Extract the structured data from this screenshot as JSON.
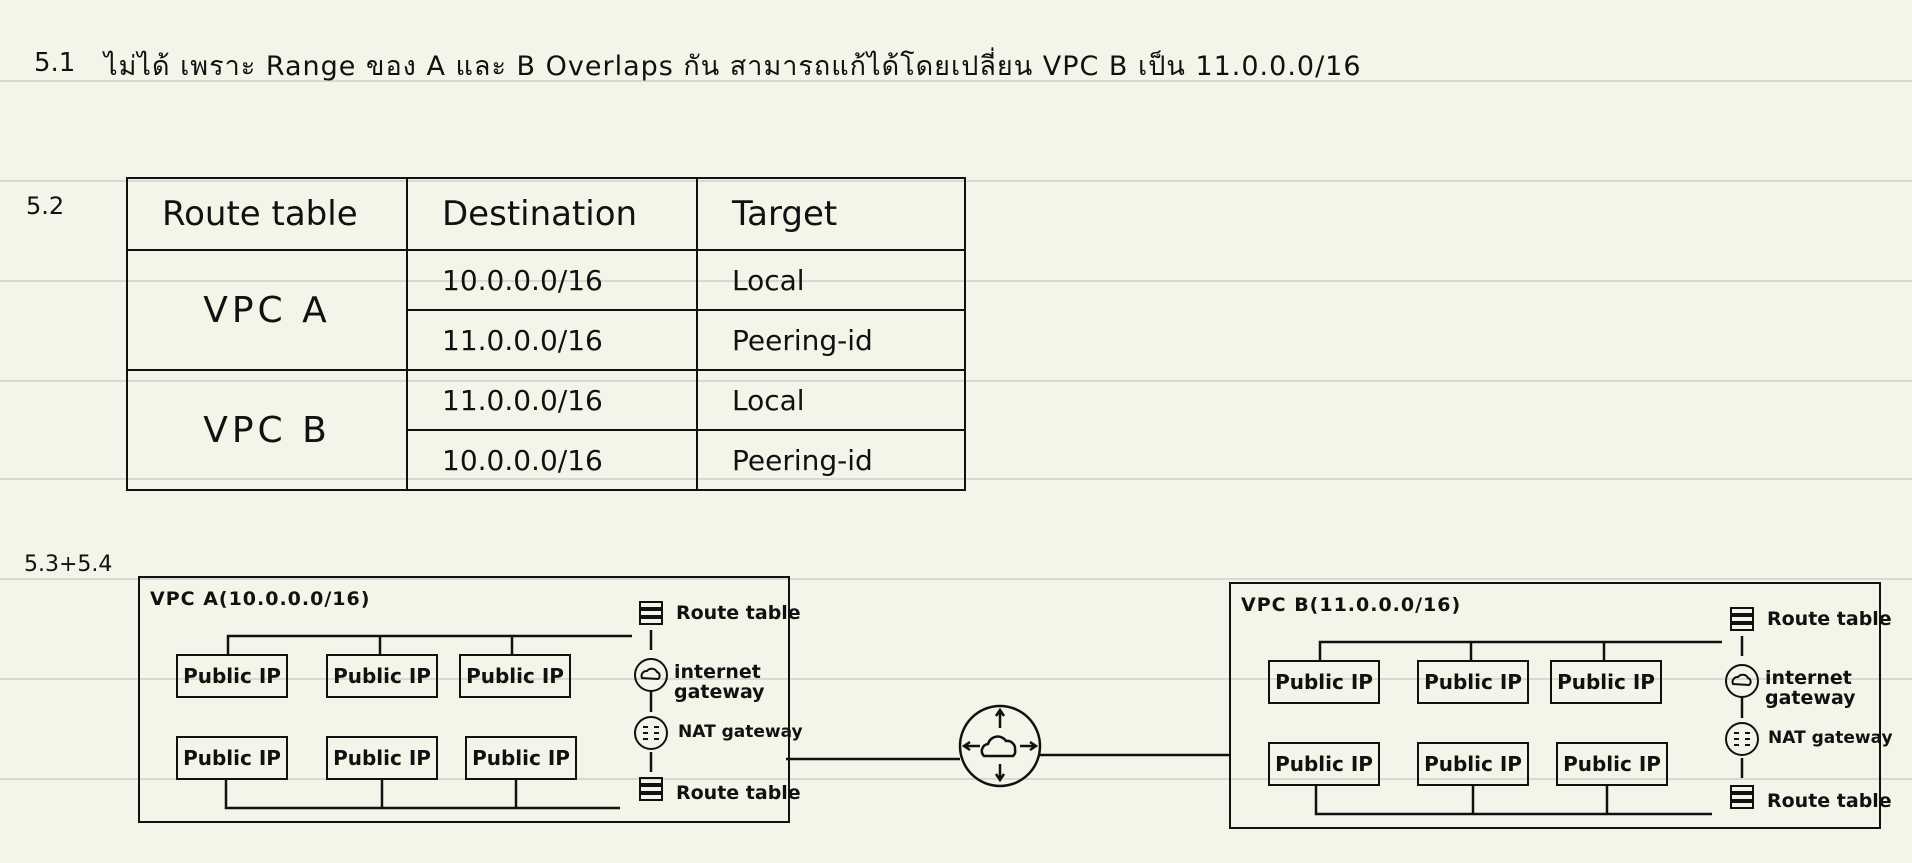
{
  "q1": {
    "label": "5.1",
    "text": "ไม่ได้ เพราะ Range ของ A และ B Overlaps กัน   สามารถแก้ได้โดยเปลี่ยน VPC B เป็น 11.0.0.0/16"
  },
  "q2": {
    "label": "5.2",
    "headers": [
      "Route table",
      "Destination",
      "Target"
    ],
    "rows": [
      {
        "vpc": "VPC A",
        "entries": [
          {
            "destination": "10.0.0.0/16",
            "target": "Local"
          },
          {
            "destination": "11.0.0.0/16",
            "target": "Peering-id"
          }
        ]
      },
      {
        "vpc": "VPC B",
        "entries": [
          {
            "destination": "11.0.0.0/16",
            "target": "Local"
          },
          {
            "destination": "10.0.0.0/16",
            "target": "Peering-id"
          }
        ]
      }
    ]
  },
  "q3": {
    "label": "5.3+5.4",
    "vpc_a": {
      "title": "VPC A(10.0.0.0/16)",
      "route_table_top": "Route table",
      "igw": "internet gateway",
      "nat": "NAT gateway",
      "route_table_bottom": "Route table",
      "subnet_label": "Public IP"
    },
    "vpc_b": {
      "title": "VPC B(11.0.0.0/16)",
      "route_table_top": "Route table",
      "igw": "internet gateway",
      "nat": "NAT gateway",
      "route_table_bottom": "Route table",
      "subnet_label": "Public IP"
    },
    "icons": [
      "route-table-icon",
      "internet-gateway-icon",
      "nat-gateway-icon",
      "peering-cloud-icon"
    ]
  }
}
